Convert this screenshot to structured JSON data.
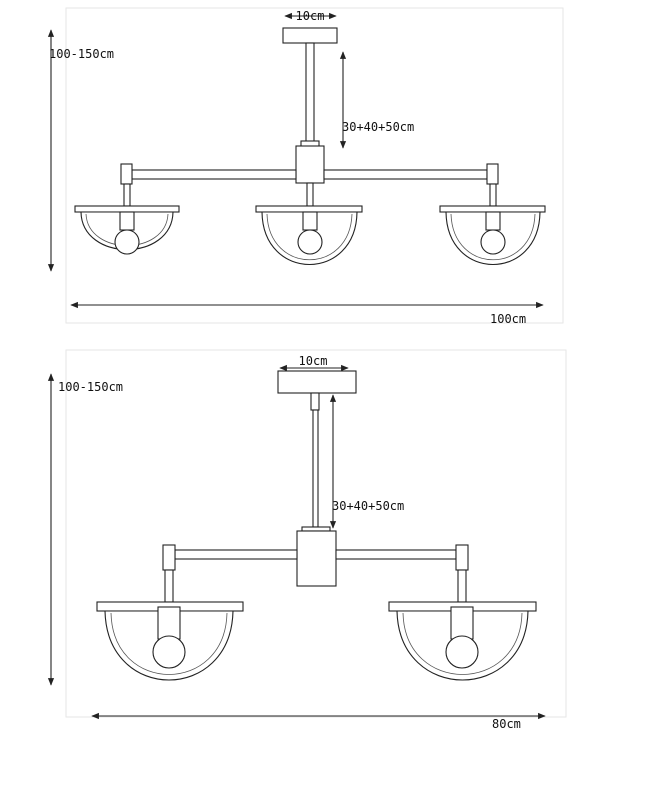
{
  "diagrams": [
    {
      "canopy_width_label": "10cm",
      "total_height_label": "100-150cm",
      "rod_length_label": "30+40+50cm",
      "overall_width_label": "100cm"
    },
    {
      "canopy_width_label": "10cm",
      "total_height_label": "100-150cm",
      "rod_length_label": "30+40+50cm",
      "overall_width_label": "80cm"
    }
  ],
  "colors": {
    "line": "#222222",
    "frame": "#e6e6e6",
    "background": "#ffffff"
  }
}
